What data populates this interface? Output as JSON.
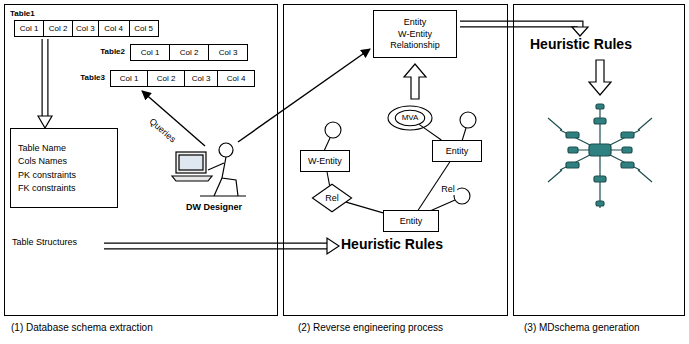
{
  "diagram": {
    "nodes": [
      {
        "text": [
          "(1) Database schema extraction"
        ]
      },
      {
        "text": [
          "Table1",
          "Col 1",
          "Col 2",
          "Col 3",
          "Col 4",
          "Col 5"
        ],
        "in": 0
      },
      {
        "text": [
          "Table2",
          "Col 1",
          "Col 2",
          "Col 3"
        ],
        "in": 0
      },
      {
        "text": [
          "Table3",
          "Col 1",
          "Col 2",
          "Col 3",
          "Col 4"
        ],
        "in": 0
      },
      {
        "text": [
          "Table Name",
          "Cols Names",
          "PK constraints",
          "FK constraints"
        ],
        "in": 0
      },
      {
        "text": [
          "(2) Reverse engineering process"
        ]
      },
      {
        "text": [
          "Entity",
          "W-Entity",
          "Relationship"
        ],
        "in": 5
      },
      {
        "text": [
          "MVA"
        ],
        "in": 5
      },
      {
        "text": [
          "Entity"
        ],
        "in": 5
      },
      {
        "text": [
          "W-Entity"
        ],
        "in": 5
      },
      {
        "text": [
          "Rel"
        ],
        "in": 5
      },
      {
        "text": [
          "Entity"
        ],
        "in": 5
      },
      {
        "text": [
          "(3) MDschema generation"
        ]
      }
    ],
    "edges": [
      {
        "from": 1,
        "to": 4,
        "arrow": "to"
      },
      {
        "from": 9,
        "to": 10,
        "arrow": "none"
      },
      {
        "from": 10,
        "to": 11,
        "arrow": "none"
      },
      {
        "from": 11,
        "to": 8,
        "arrow": "none",
        "label": "Rel"
      },
      {
        "from": 7,
        "to": 8,
        "arrow": "none"
      }
    ],
    "labels": [
      "Heuristic Rules",
      "Queries",
      "DW Designer",
      "Table Structures",
      "Heuristic Rules"
    ]
  }
}
